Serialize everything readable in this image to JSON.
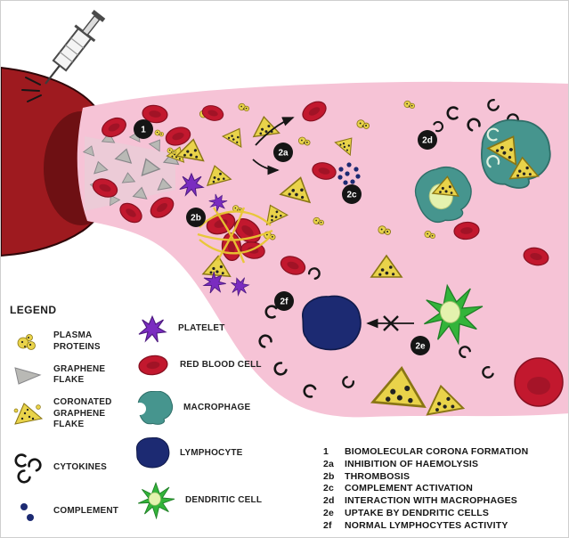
{
  "legend": {
    "title": "LEGEND",
    "col1": [
      {
        "label": "PLASMA PROTEINS",
        "icon": "plasma-proteins-icon"
      },
      {
        "label": "GRAPHENE FLAKE",
        "icon": "graphene-flake-icon"
      },
      {
        "label": "CORONATED GRAPHENE FLAKE",
        "icon": "coronated-graphene-flake-icon"
      },
      {
        "label": "CYTOKINES",
        "icon": "cytokines-icon"
      },
      {
        "label": "COMPLEMENT",
        "icon": "complement-icon"
      }
    ],
    "col2": [
      {
        "label": "PLATELET",
        "icon": "platelet-icon"
      },
      {
        "label": "RED BLOOD CELL",
        "icon": "red-blood-cell-icon"
      },
      {
        "label": "MACROPHAGE",
        "icon": "macrophage-icon"
      },
      {
        "label": "LYMPHOCYTE",
        "icon": "lymphocyte-icon"
      },
      {
        "label": "DENDRITIC CELL",
        "icon": "dendritic-cell-icon"
      }
    ]
  },
  "markers": [
    {
      "label": "1"
    },
    {
      "label": "2a"
    },
    {
      "label": "2b"
    },
    {
      "label": "2c"
    },
    {
      "label": "2d"
    },
    {
      "label": "2e"
    },
    {
      "label": "2f"
    }
  ],
  "steps": [
    {
      "num": "1",
      "text": "BIOMOLECULAR CORONA FORMATION"
    },
    {
      "num": "2a",
      "text": "INHIBITION OF HAEMOLYSIS"
    },
    {
      "num": "2b",
      "text": "THROMBOSIS"
    },
    {
      "num": "2c",
      "text": "COMPLEMENT ACTIVATION"
    },
    {
      "num": "2d",
      "text": "INTERACTION WITH MACROPHAGES"
    },
    {
      "num": "2e",
      "text": "UPTAKE BY DENDRITIC CELLS"
    },
    {
      "num": "2f",
      "text": "NORMAL LYMPHOCYTES ACTIVITY"
    }
  ],
  "colors": {
    "plasma-pink": "#f6c3d6",
    "vessel-red": "#9e1a1f",
    "vessel-dark": "#6e1013",
    "rbc-red": "#c2182e",
    "rbc-dark": "#871021",
    "graphene-gray": "#b9b9b5",
    "graphene-dark": "#87878a",
    "flake-yellow": "#e9d34a",
    "platelet-purple": "#7a2cc0",
    "platelet-dark": "#4e1a80",
    "macrophage-teal": "#46958e",
    "macrophage-dark": "#2f6e68",
    "lymphocyte-navy": "#1c2a72",
    "lymphocyte-dark": "#101a4a",
    "dendritic-green": "#33b43a",
    "dendritic-dark": "#1f7f26",
    "nucleus-pale": "#e4f2ae",
    "fibrin-yellow": "#e8c832",
    "marker-black": "#151515"
  }
}
